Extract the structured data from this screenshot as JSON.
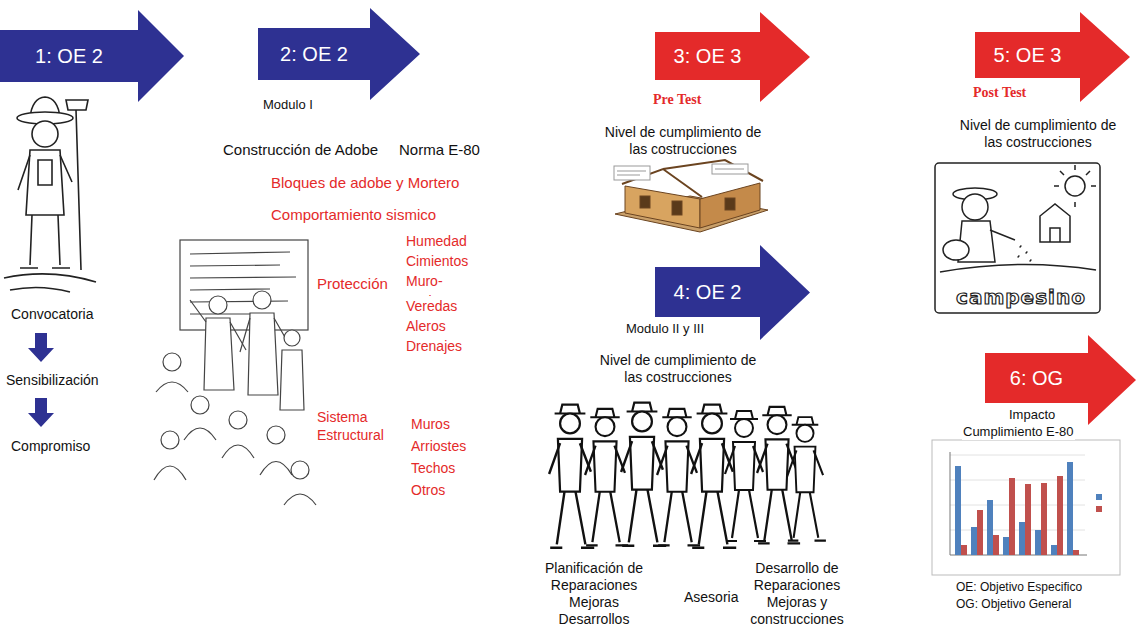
{
  "diagram": {
    "nodes": [
      {
        "text": [
          "1: OE 2"
        ]
      },
      {
        "text": [
          "2: OE 2"
        ]
      },
      {
        "text": [
          "3: OE 3"
        ]
      },
      {
        "text": [
          "4: OE 2"
        ]
      },
      {
        "text": [
          "5: OE 3"
        ]
      },
      {
        "text": [
          "6: OG"
        ]
      }
    ],
    "labels": [
      "Convocatoria",
      "Sensibilización",
      "Compromiso",
      "Modulo I",
      "Construcción de Adobe",
      "Norma E-80",
      "Bloques de adobe y Mortero",
      "Comportamiento sismico",
      "Protección",
      "Humedad Cimientos Muro-suelo",
      "Veredas Aleros Drenajes",
      "Sistema Estructural",
      "Muros Arriostes Techos Otros",
      "Pre Test",
      "Nivel de cumplimiento de las costrucciones",
      "Modulo II y III",
      "Nivel de cumplimiento de las costrucciones",
      "Planificación de Reparaciones Mejoras Desarrollos",
      "Asesoria",
      "Desarrollo de Reparaciones Mejoras y construcciones",
      "Post Test",
      "Nivel de cumplimiento de las costrucciones",
      "campesino",
      "Impacto",
      "Cumplimiento E-80",
      "OE: Objetivo Especifico",
      "OG: Objetivo General"
    ]
  }
}
